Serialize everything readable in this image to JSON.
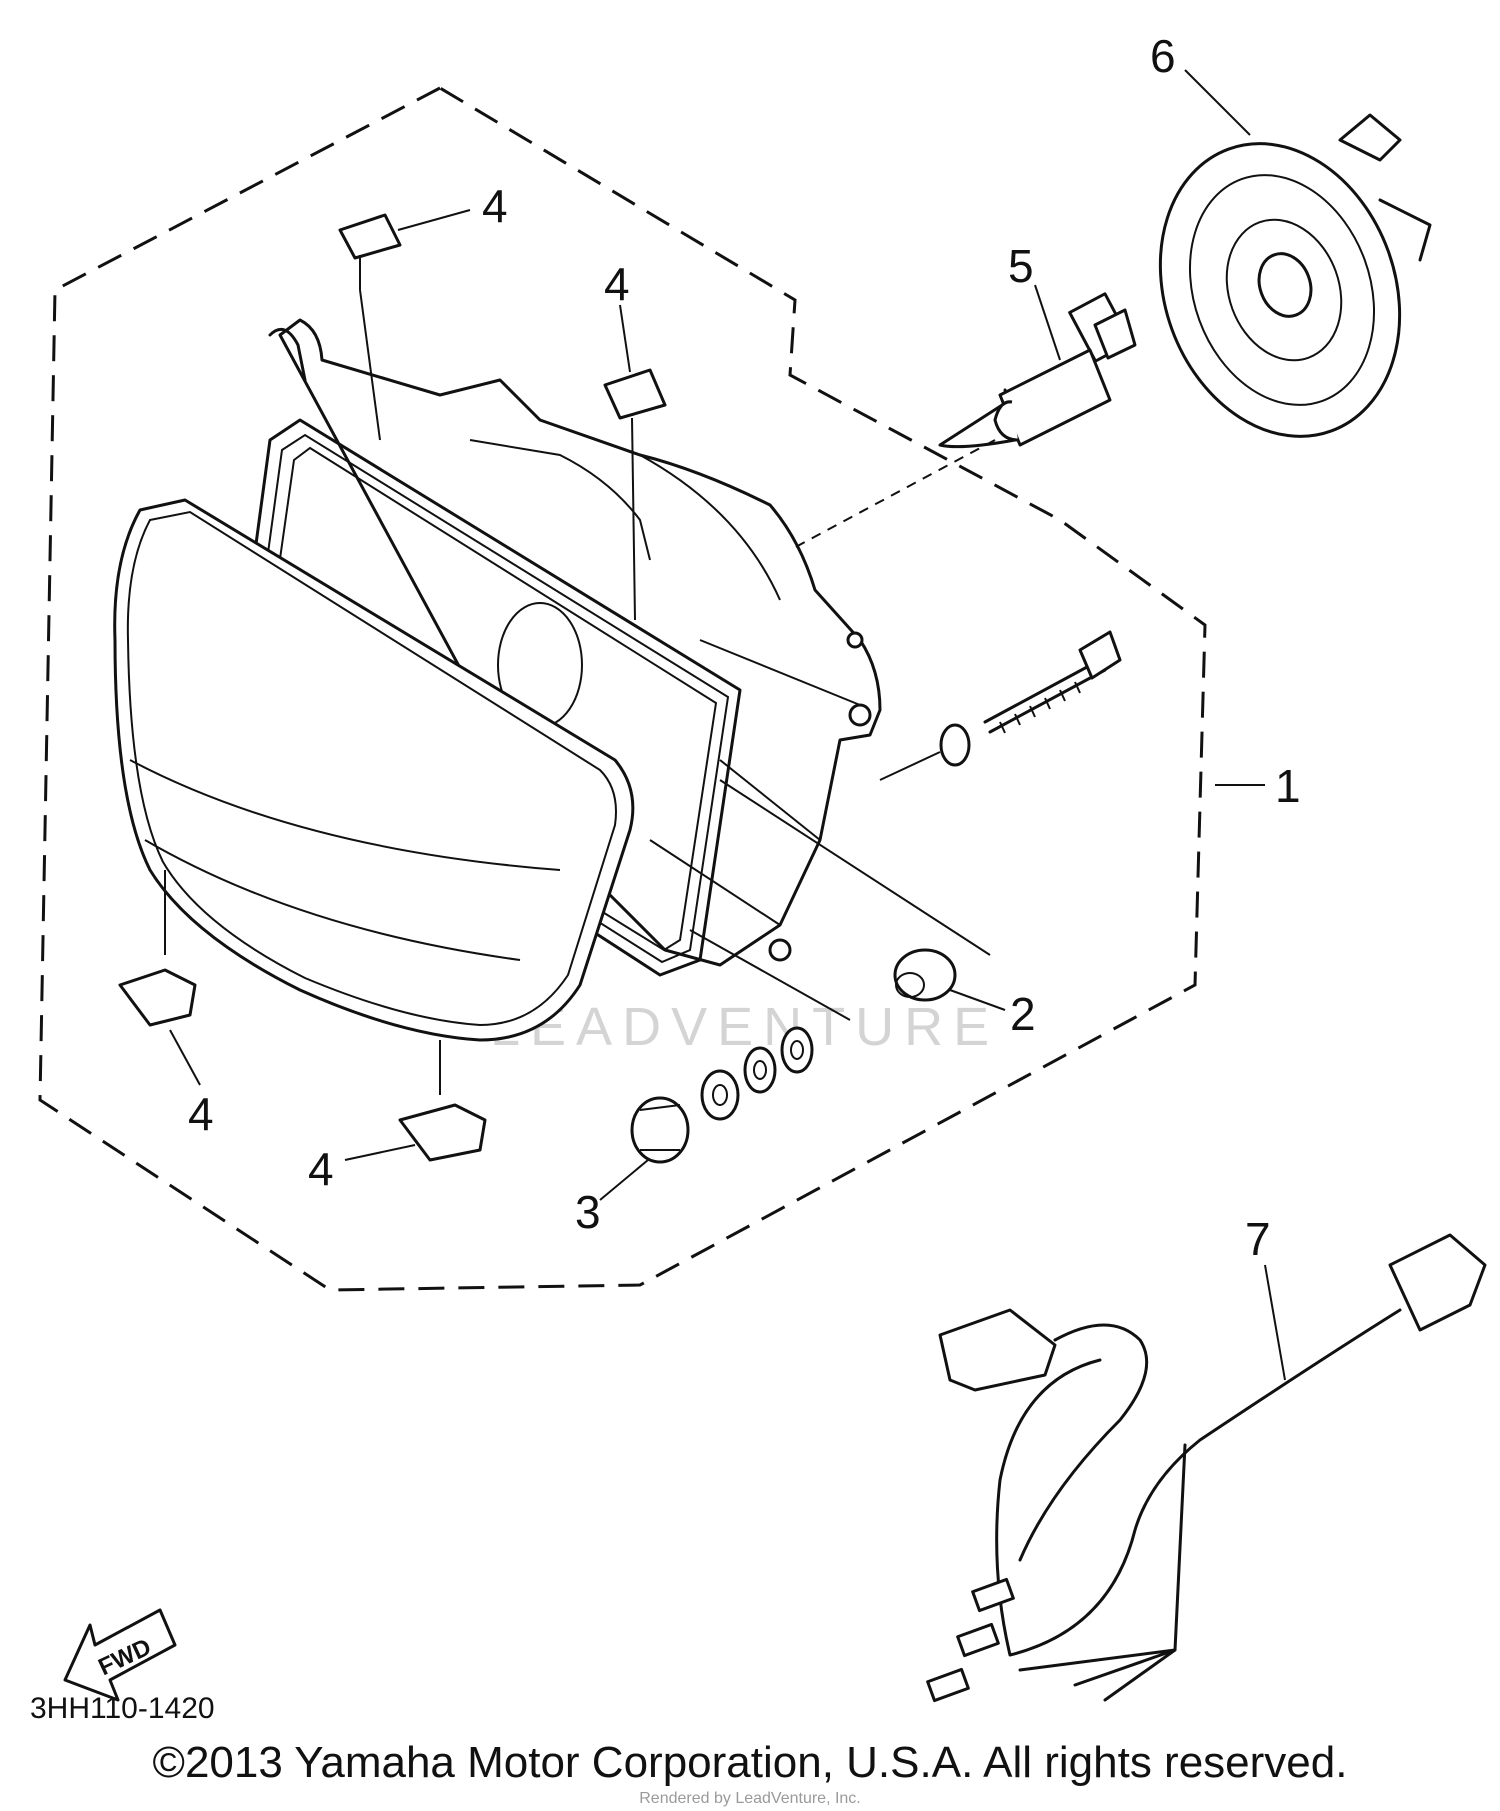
{
  "callouts": [
    {
      "id": "callout-1",
      "label": "1"
    },
    {
      "id": "callout-2",
      "label": "2"
    },
    {
      "id": "callout-3",
      "label": "3"
    },
    {
      "id": "callout-4a",
      "label": "4"
    },
    {
      "id": "callout-4b",
      "label": "4"
    },
    {
      "id": "callout-4c",
      "label": "4"
    },
    {
      "id": "callout-4d",
      "label": "4"
    },
    {
      "id": "callout-5",
      "label": "5"
    },
    {
      "id": "callout-6",
      "label": "6"
    },
    {
      "id": "callout-7",
      "label": "7"
    }
  ],
  "direction_label": "FWD",
  "diagram_code": "3HH110-1420",
  "watermark": "LEADVENTURE",
  "copyright": "©2013 Yamaha Motor Corporation, U.S.A. All rights reserved.",
  "sub_watermark": "Rendered by LeadVenture, Inc."
}
